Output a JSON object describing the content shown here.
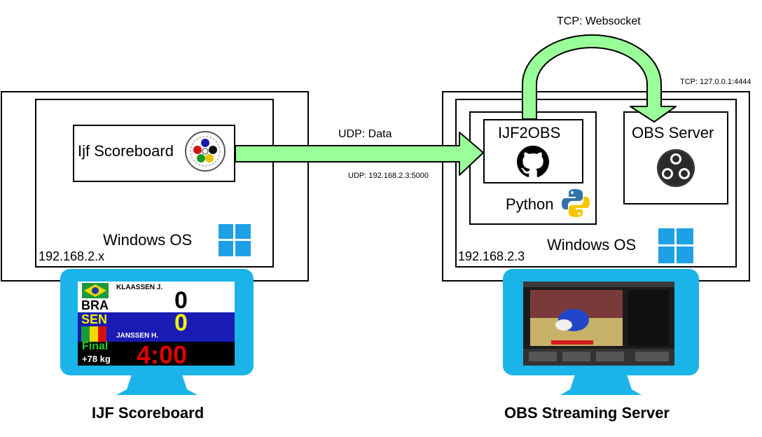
{
  "left_machine": {
    "app_label": "Ijf Scoreboard",
    "os_label": "Windows OS",
    "ip": "192.168.2.x",
    "caption": "IJF Scoreboard",
    "scoreboard": {
      "player1_name": "KLAASSEN J.",
      "player1_country": "BRA",
      "player1_score": "0",
      "player2_country": "SEN",
      "player2_score": "0",
      "player2_name": "JANSSEN H.",
      "status": "Final",
      "weight": "+78 kg",
      "time": "4:00"
    }
  },
  "right_machine": {
    "app_label": "IJF2OBS",
    "python_label": "Python",
    "obs_label": "OBS Server",
    "os_label": "Windows OS",
    "ip": "192.168.2.3",
    "caption": "OBS Streaming Server"
  },
  "connections": {
    "udp_label": "UDP: Data",
    "udp_address": "UDP: 192.168.2.3:5000",
    "tcp_label": "TCP: Websocket",
    "tcp_address": "TCP: 127.0.0.1:4444"
  },
  "colors": {
    "arrow_fill": "#99ff99",
    "monitor": "#1ab4e8",
    "windows_blue": "#1ea0e6",
    "scoreboard_blue": "#1a1ab4",
    "scoreboard_red": "#e00000",
    "scoreboard_yellow": "#f2f200",
    "scoreboard_green": "#22cc22"
  },
  "icons": [
    "ijf-logo-icon",
    "windows-logo-icon",
    "github-icon",
    "python-icon",
    "obs-logo-icon",
    "brazil-flag-icon",
    "senegal-flag-icon"
  ]
}
